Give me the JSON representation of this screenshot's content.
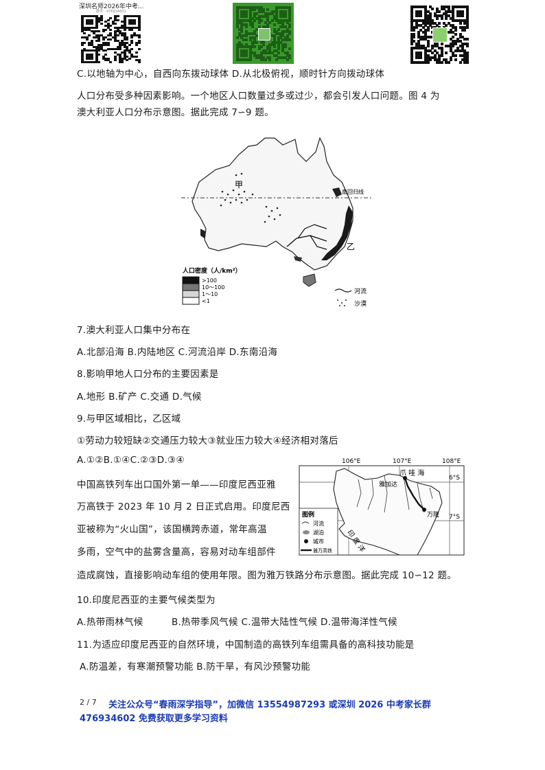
{
  "header": {
    "qr_left_caption": "深圳名师2026年中考...",
    "qr_left_sub": "群号：476934602"
  },
  "q6_options": "C.以地轴为中心，自西向东拨动球体 D.从北极俯视，顺时针方向拨动球体",
  "intro1": {
    "line1": "人口分布受多种因素影响。一个地区人口数量过多或过少，都会引发人口问题。图 4  为",
    "line2": "澳大利亚人口分布示意图。据此完成 7∽9 题。"
  },
  "australia_map": {
    "label_jia": "甲",
    "label_yi": "乙",
    "tropic_label": "南回归线",
    "legend_title": "人口密度（人/km²）",
    "legend_items": [
      ">100",
      "10～100",
      "1～10",
      "<1"
    ],
    "legend_river": "河流",
    "legend_desert": "沙漠"
  },
  "q7": {
    "stem": "7.澳大利亚人口集中分布在",
    "options": "A.北部沿海 B.内陆地区 C.河流沿岸 D.东南沿海"
  },
  "q8": {
    "stem": "8.影响甲地人口分布的主要因素是",
    "options": "A.地形 B.矿产 C.交通 D.气候"
  },
  "q9": {
    "stem": "9.与甲区域相比，乙区域",
    "items": "①劳动力较短缺②交通压力较大③就业压力较大④经济相对落后",
    "options": "A.①②B.①④C.②③D.③④"
  },
  "intro2": {
    "line1": "中国高铁列车出口国外第一单——印度尼西亚雅",
    "line2": "万高铁于 2023 年 10 月 2 日正式启用。印度尼西",
    "line3": "亚被称为“火山国”，该国横跨赤道，常年高温",
    "line4": "多雨，空气中的盐雾含量高，容易对动车组部件",
    "line5": "造成腐蚀，直接影响动车组的使用年限。图为雅万铁路分布示意图。据此完成 10∽12 题。"
  },
  "java_map": {
    "lon_labels": [
      "106°E",
      "107°E",
      "108°E"
    ],
    "lat_labels": [
      "6°S",
      "7°S"
    ],
    "sea_label": "爪  哇  海",
    "city_jakarta": "雅加达",
    "city_bandung": "万隆",
    "ocean_label": "印  度  洋",
    "legend_title": "图例",
    "legend_items": [
      "河流",
      "湖泊",
      "城市",
      "雅万高铁"
    ]
  },
  "q10": {
    "stem": "10.印度尼西亚的主要气候类型为",
    "options": "A.热带雨林气候         B.热带季风气候 C.温带大陆性气候 D.温带海洋性气候"
  },
  "q11": {
    "stem": "11.为适应印度尼西亚的自然环境，中国制造的高铁列车组需具备的高科技功能是",
    "options": "A.防温差，有寒潮预警功能 B.防干旱，有风沙预警功能"
  },
  "footer": {
    "page": "2 / 7",
    "line1": "关注公众号“春雨深学指导”，加微信 13554987293 或深圳 2026 中考家长群",
    "line2": "476934602 免费获取更多学习资料"
  }
}
